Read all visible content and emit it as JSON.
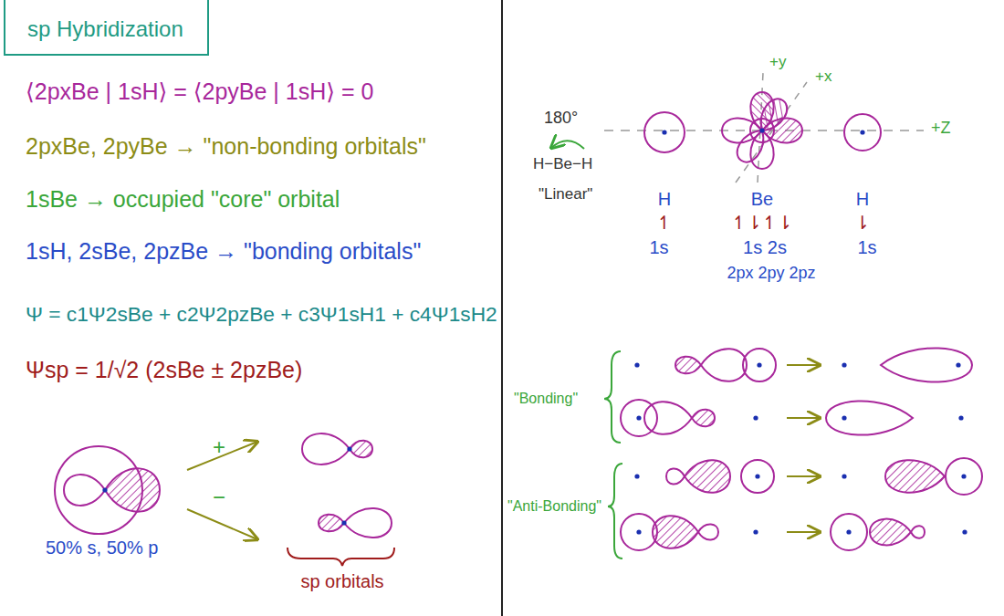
{
  "diagram": {
    "title": "sp Hybridization",
    "labels": [
      "⟨2pxBe | 1sH⟩ = ⟨2pyBe | 1sH⟩ = 0",
      "2pxBe, 2pyBe → \"non-bonding orbitals\"",
      "1sBe → occupied \"core\" orbital",
      "1sH, 2sBe, 2pzBe → \"bonding orbitals\"",
      "Ψ = c1Ψ2sBe + c2Ψ2pzBe + c3Ψ1sH1 + c4Ψ1sH2",
      "Ψsp = 1/√2 (2sBe ± 2pzBe)",
      "+",
      "−",
      "50% s, 50% p",
      "sp orbitals",
      "180°",
      "H−Be−H",
      "\"Linear\"",
      "+y",
      "+x",
      "+Z",
      "H",
      "Be",
      "H",
      "↿",
      "↿⇂↿⇂",
      "⇂",
      "1s",
      "1s 2s",
      "1s",
      "2px 2py 2pz",
      "\"Bonding\"",
      "\"Anti-Bonding\""
    ]
  }
}
